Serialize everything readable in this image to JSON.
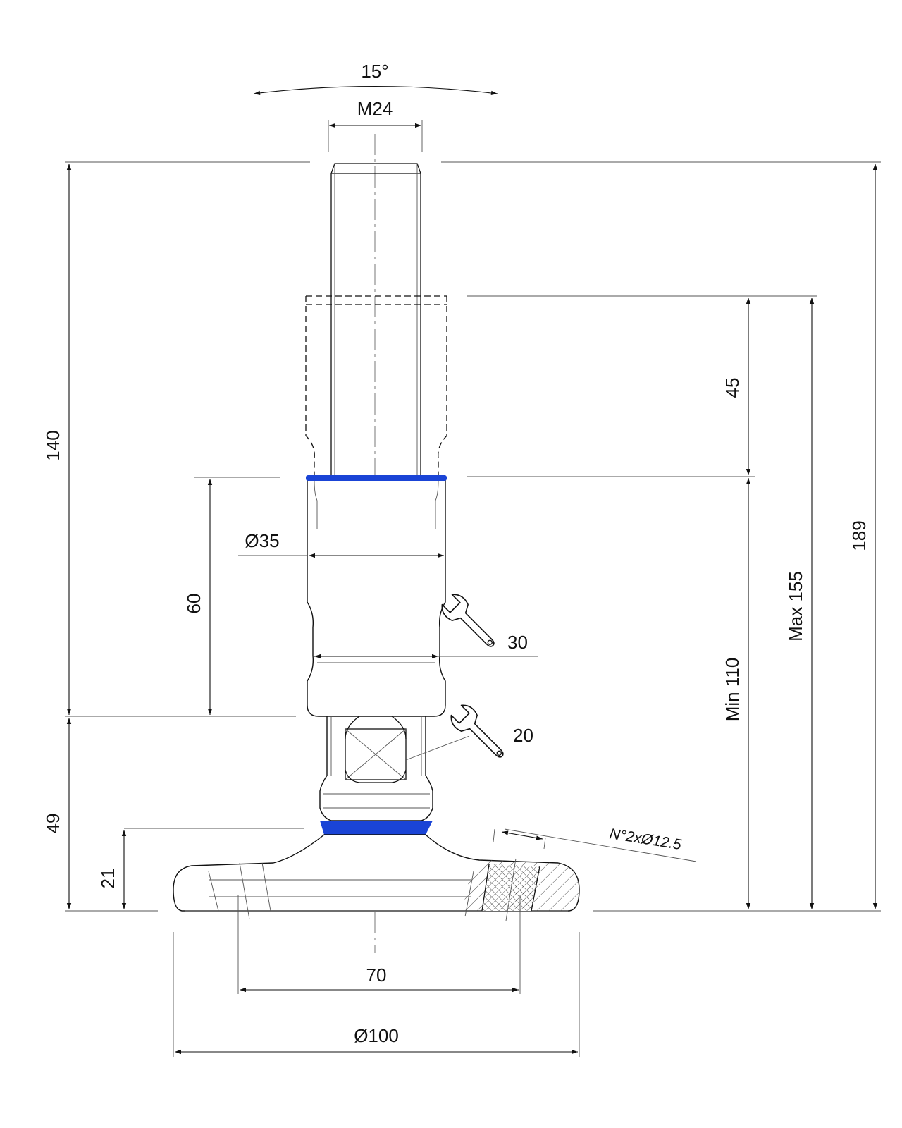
{
  "colors": {
    "line": "#111111",
    "seal": "#1a44d6",
    "hatch": "#555555",
    "background": "#ffffff"
  },
  "dimensions": {
    "angle": "15°",
    "thread": "M24",
    "shaft_diameter": "Ø35",
    "base_diameter": "Ø100",
    "bolt_spacing": "70",
    "stroke": "45",
    "body_height": "60",
    "thread_length": "140",
    "lower_height": "49",
    "base_height": "21",
    "min_height": "Min 110",
    "max_height": "Max 155",
    "total_height": "189",
    "holes": "N°2xØ12.5"
  },
  "wrenches": {
    "upper": "30",
    "lower": "20"
  },
  "icons": [
    "wrench-icon",
    "wrench-icon"
  ]
}
